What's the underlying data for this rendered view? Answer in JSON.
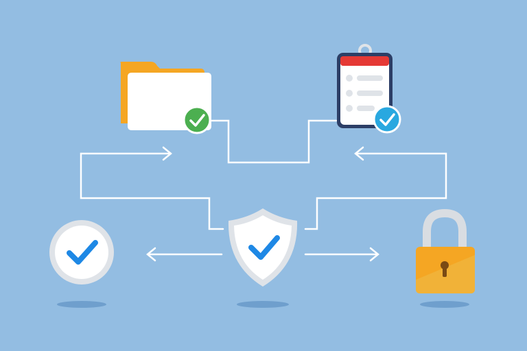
{
  "colors": {
    "background": "#93bde2",
    "connector": "#ffffff",
    "folder_back": "#f5a623",
    "folder_front": "#ffffff",
    "badge_green": "#4caf50",
    "badge_blue": "#29a8e0",
    "clipboard_border": "#2c3e66",
    "clipboard_header": "#e53935",
    "shield_rim": "#dfe3e8",
    "shield_face": "#ffffff",
    "check_blue": "#1e88e5",
    "lock_body": "#f5a623",
    "lock_shackle": "#d9dde2",
    "shadow": "#6f9fcd"
  },
  "nodes": [
    {
      "id": "folder",
      "icon": "folder-check-icon"
    },
    {
      "id": "clipboard",
      "icon": "clipboard-checklist-icon"
    },
    {
      "id": "shield",
      "icon": "shield-check-icon"
    },
    {
      "id": "check-circle",
      "icon": "check-circle-icon"
    },
    {
      "id": "padlock",
      "icon": "padlock-icon"
    }
  ],
  "connectors": [
    {
      "from": "folder",
      "to": "clipboard",
      "arrow": false
    },
    {
      "from": "shield",
      "to": "folder",
      "arrow": true
    },
    {
      "from": "shield",
      "to": "clipboard",
      "arrow": true
    },
    {
      "from": "shield",
      "to": "check-circle",
      "arrow": true
    },
    {
      "from": "shield",
      "to": "padlock",
      "arrow": true
    }
  ]
}
